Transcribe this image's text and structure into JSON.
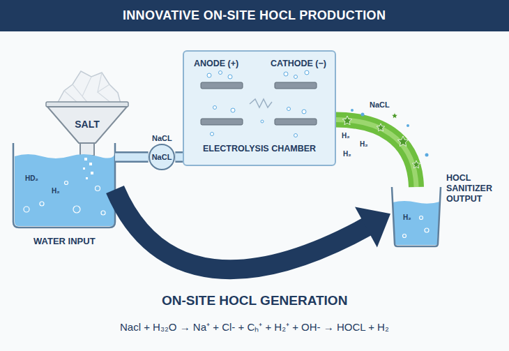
{
  "diagram": {
    "title": "INNOVATIVE ON-SITE HOCL PRODUCTION",
    "caption": "ON-SITE HOCL GENERATION",
    "nodes": [
      {
        "text": [
          "SALT"
        ]
      },
      {
        "text": [
          "WATER INPUT"
        ]
      },
      {
        "text": [
          "NaCL"
        ]
      },
      {
        "text": [
          "ANODE (+)",
          "CATHODE (−)",
          "ELECTROLYSIS CHAMBER"
        ]
      },
      {
        "text": [
          "HOCL SANITIZER OUTPUT"
        ]
      }
    ],
    "edges": [
      {
        "from": 1,
        "to": 2,
        "arrow": "none"
      },
      {
        "from": 2,
        "to": 3,
        "arrow": "none"
      },
      {
        "from": 3,
        "to": 4,
        "arrow": "none"
      },
      {
        "from": 1,
        "to": 4,
        "arrow": "to"
      }
    ],
    "labels": [
      "NaCL",
      "HD₂",
      "H₂",
      "H₂",
      "H₂",
      "H₂",
      "NaCL",
      "H₂",
      "Nacl + H₃₂O → Na⁺ + Cl- + Cₕ⁺ + H₂⁺ + OH- → HOCL + H₂"
    ]
  }
}
